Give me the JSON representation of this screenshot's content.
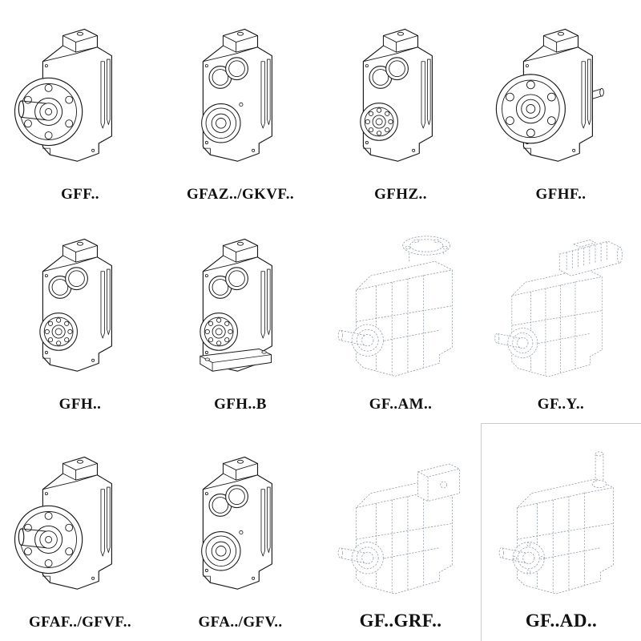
{
  "page": {
    "background": "#ffffff",
    "line_color_solid": "#1a1a1a",
    "line_color_light": "#9aa2aa"
  },
  "grid": {
    "items": [
      {
        "label": "GFF..",
        "symbol": "#sym-flange",
        "style": "solid",
        "icon": "flange-output-gearbox-icon"
      },
      {
        "label": "GFAZ../GKVF..",
        "symbol": "#sym-bore",
        "style": "solid",
        "icon": "hollow-bore-gearbox-icon"
      },
      {
        "label": "GFHZ..",
        "symbol": "#sym-bearing",
        "style": "solid",
        "icon": "bearing-bore-gearbox-icon"
      },
      {
        "label": "GFHF..",
        "symbol": "#sym-flange-front",
        "style": "solid",
        "icon": "front-flange-gearbox-icon"
      },
      {
        "label": "GFH..",
        "symbol": "#sym-bearing",
        "style": "solid",
        "icon": "bearing-bore-gearbox-icon"
      },
      {
        "label": "GFH..B",
        "symbol": "#sym-bearing-base",
        "style": "solid",
        "icon": "foot-mounted-gearbox-icon"
      },
      {
        "label": "GF..AM..",
        "symbol": "#sym-light-flange-top",
        "style": "light",
        "icon": "top-flange-gearbox-icon"
      },
      {
        "label": "GF..Y..",
        "symbol": "#sym-light-motor",
        "style": "light",
        "icon": "motor-gearbox-icon"
      },
      {
        "label": "GFAF../GFVF..",
        "symbol": "#sym-flange",
        "style": "solid",
        "icon": "flange-output-gearbox-icon"
      },
      {
        "label": "GFA../GFV..",
        "symbol": "#sym-bore",
        "style": "solid",
        "icon": "hollow-bore-gearbox-icon"
      },
      {
        "label": "GF..GRF..",
        "symbol": "#sym-light-adapter",
        "style": "light",
        "icon": "adapter-gearbox-icon"
      },
      {
        "label": "GF..AD..",
        "symbol": "#sym-light-shaft-top",
        "style": "light",
        "icon": "top-shaft-gearbox-icon"
      }
    ]
  }
}
